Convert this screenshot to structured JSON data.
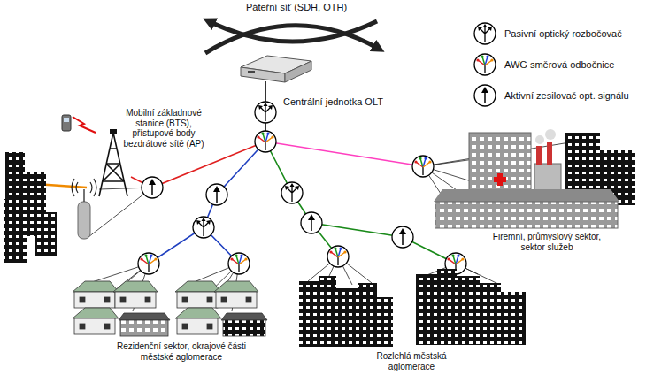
{
  "diagram": {
    "nodes": [
      {
        "text": [
          "Centrální jednotka OLT"
        ]
      }
    ],
    "labels": [
      "Páteřní síť (SDH, OTH)",
      "Mobilní základnové stanice (BTS), přístupové body bezdrátové sítě (AP)",
      "Firemní, průmyslový sektor, sektor služeb",
      "Rezidenční sektor, okrajové části městské aglomerace",
      "Rozlehlá městská aglomerace"
    ],
    "legend": [
      {
        "text": "Pasivní optický rozbočovač"
      },
      {
        "text": "AWG směrová odbočnice"
      },
      {
        "text": "Aktivní zesilovač opt. signálu"
      }
    ]
  }
}
